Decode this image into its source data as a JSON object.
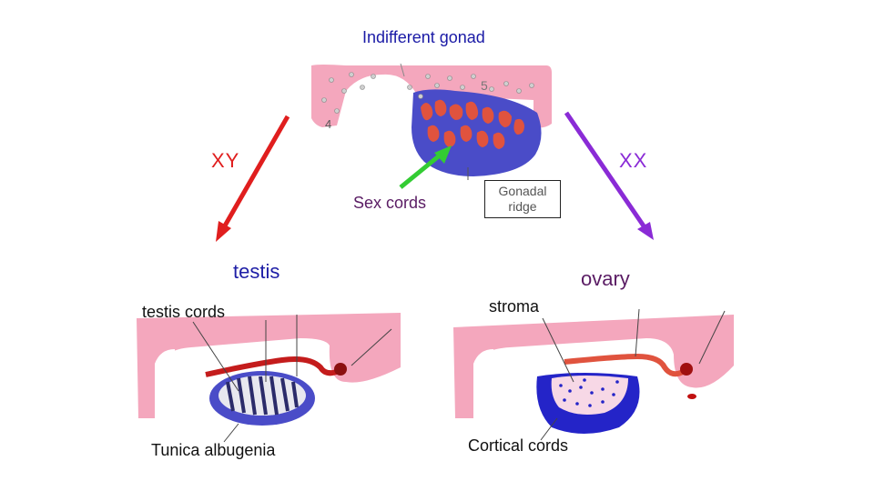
{
  "title": "Indifferent gonad",
  "arrow_labels": {
    "xy": "XY",
    "xx": "XX"
  },
  "top_figure": {
    "sex_cords_label": "Sex cords",
    "gonadal_ridge_label": "Gonadal ridge",
    "num_5": "5",
    "num_4": "4"
  },
  "testis_figure": {
    "title": "testis",
    "cords_label": "testis cords",
    "tunica_label": "Tunica albugenia"
  },
  "ovary_figure": {
    "title": "ovary",
    "stroma_label": "stroma",
    "cortical_label": "Cortical cords"
  },
  "colors": {
    "title": "#1a1aa6",
    "xy_arrow": "#e01e1e",
    "xx_arrow": "#8a2bd6",
    "sex_cords_arrow": "#33cc33",
    "tissue_pink": "#f4a7bd",
    "tissue_blue": "#4a4cc8",
    "cords_red": "#e0533e"
  }
}
